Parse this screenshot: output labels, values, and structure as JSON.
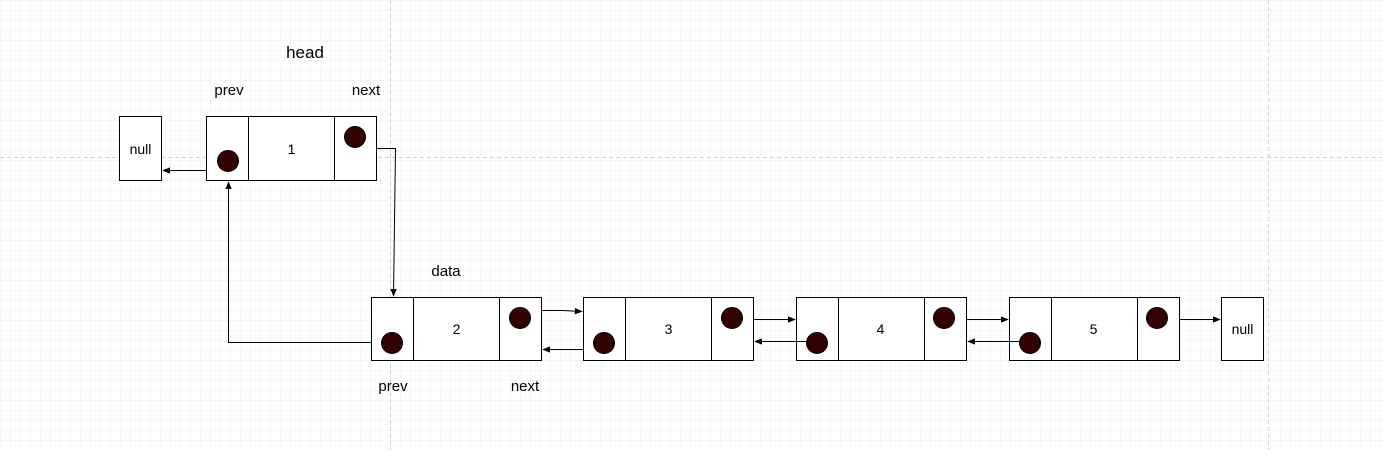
{
  "labels": {
    "head": "head",
    "top_prev": "prev",
    "top_next": "next",
    "data": "data",
    "bottom_prev": "prev",
    "bottom_next": "next"
  },
  "nodes": [
    {
      "value": "1"
    },
    {
      "value": "2"
    },
    {
      "value": "3"
    },
    {
      "value": "4"
    },
    {
      "value": "5"
    }
  ],
  "null_left": "null",
  "null_right": "null",
  "colors": {
    "pointer_dot": "#330000",
    "grid_minor": "#ececec",
    "grid_major": "#d4d4d4",
    "stroke": "#000000"
  }
}
